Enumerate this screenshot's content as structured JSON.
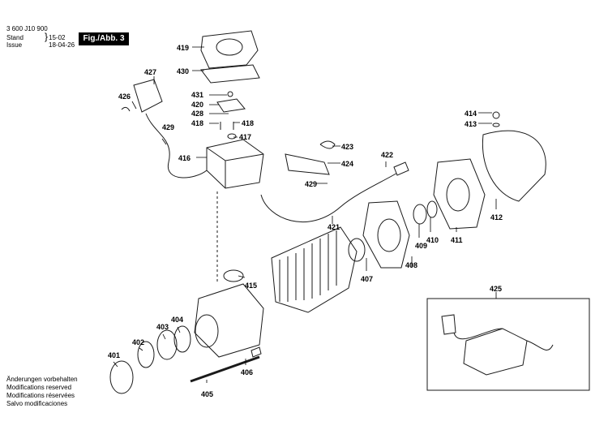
{
  "header": {
    "doc_number": "3 600 J10 900",
    "stand_label": "Stand",
    "stand_value": "15-02",
    "issue_label": "Issue",
    "issue_value": "18-04-26",
    "figure_label": "Fig./Abb. 3"
  },
  "notes": [
    "Änderungen vorbehalten",
    "Modifications reserved",
    "Modifications réservées",
    "Salvo modificaciones"
  ],
  "parts": [
    "419",
    "430",
    "427",
    "426",
    "431",
    "420",
    "428",
    "418",
    "418",
    "417",
    "414",
    "413",
    "429",
    "416",
    "423",
    "424",
    "422",
    "429",
    "421",
    "412",
    "409",
    "410",
    "411",
    "408",
    "407",
    "415",
    "425",
    "404",
    "403",
    "402",
    "401",
    "406",
    "405"
  ],
  "colors": {
    "line": "#1a1a1a",
    "label_line": "#000000",
    "background": "#ffffff"
  }
}
